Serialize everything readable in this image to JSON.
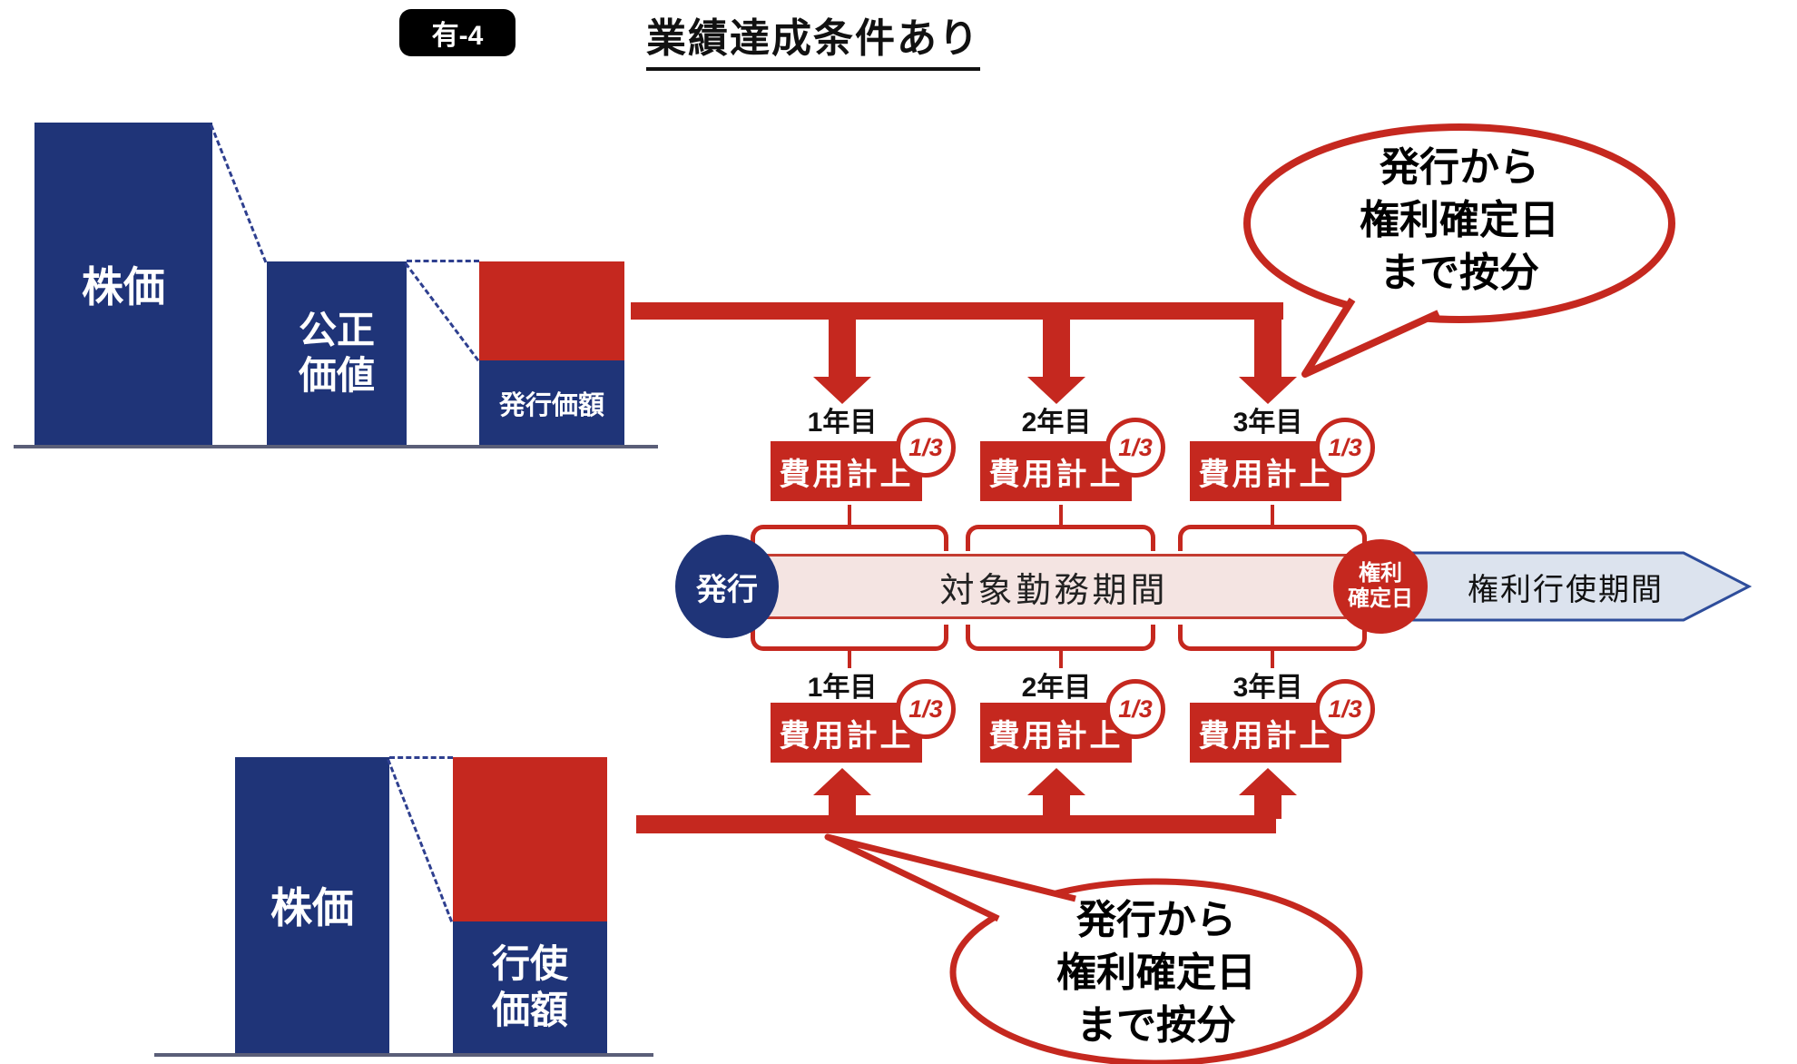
{
  "header": {
    "badge": "有-4",
    "title": "業績達成条件あり"
  },
  "top_chart": {
    "bar_stock": "株価",
    "bar_fair_line1": "公正",
    "bar_fair_line2": "価値",
    "bar_issue": "発行価額"
  },
  "flow": {
    "years": [
      "1年目",
      "2年目",
      "3年目"
    ],
    "expense": "費用計上",
    "fraction": "1/3"
  },
  "timeline": {
    "start": "発行",
    "period": "対象勤務期間",
    "vesting_line1": "権利",
    "vesting_line2": "確定日",
    "exercise": "権利行使期間"
  },
  "bottom_chart": {
    "bar_stock": "株価",
    "bar_exercise_line1": "行使",
    "bar_exercise_line2": "価額"
  },
  "bubble": {
    "lines": [
      "発行から",
      "権利確定日",
      "まで按分"
    ]
  },
  "colors": {
    "navy": "#1f3478",
    "red": "#c5281f",
    "period_fill": "#f4e4e2",
    "period_border": "#c43b31",
    "exercise_fill": "#dce3ee",
    "exercise_border": "#2e4d9b",
    "badge_bg": "#000000"
  }
}
